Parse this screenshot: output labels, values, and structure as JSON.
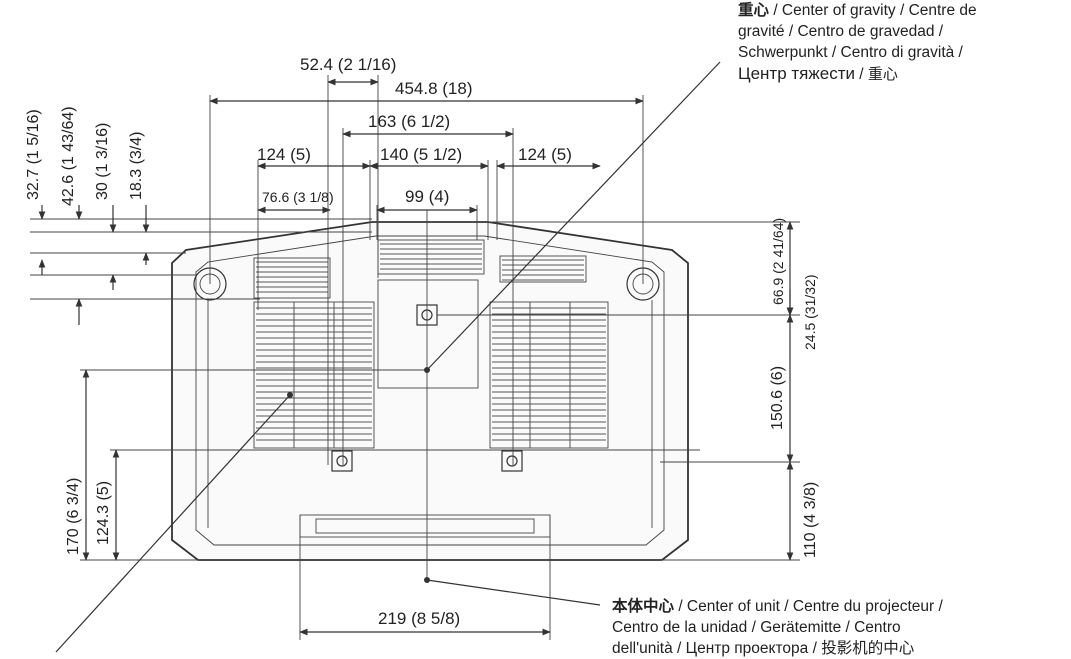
{
  "dimensions": {
    "offset_52_4": "52.4 (2 1/16)",
    "width_454_8": "454.8 (18)",
    "width_163": "163 (6 1/2)",
    "width_124_left": "124 (5)",
    "width_140": "140 (5 1/2)",
    "width_124_right": "124 (5)",
    "width_76_6": "76.6 (3 1/8)",
    "width_99": "99 (4)",
    "width_219": "219 (8 5/8)",
    "height_32_7": "32.7 (1 5/16)",
    "height_42_6": "42.6 (1 43/64)",
    "height_30": "30 (1 3/16)",
    "height_18_3": "18.3 (3/4)",
    "height_66_9": "66.9 (2 41/64)",
    "height_24_5": "24.5 (31/32)",
    "height_150_6": "150.6 (6)",
    "height_110": "110 (4 3/8)",
    "height_170": "170 (6 3/4)",
    "height_124_3": "124.3 (5)"
  },
  "callouts": {
    "center_of_gravity": {
      "jp": "重心",
      "line1": " / Center of gravity / Centre de",
      "line2": "gravité / Centro de gravedad /",
      "line3": "Schwerpunkt / Centro di gravità /",
      "ru": "Центр тяжести",
      "sep": " / ",
      "zh": "重心"
    },
    "center_of_unit": {
      "jp": "本体中心",
      "line1": " / Center of unit / Centre du projecteur /",
      "line2": "Centro de la unidad / Gerätemitte / Centro",
      "line3": "dell'unità / Центр проектора / 投影机的中心"
    }
  }
}
